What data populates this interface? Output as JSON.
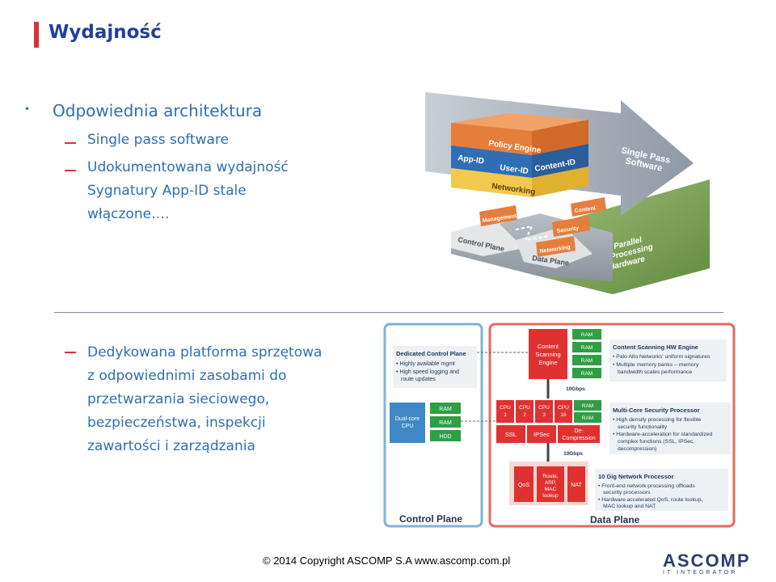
{
  "slide": {
    "title": "Wydajność",
    "bullet_main": "Odpowiednia architektura",
    "sub1": "Single pass software",
    "sub2_line1": "Udokumentowana wydajność",
    "sub2_line2": "Sygnatury App-ID stale",
    "sub2_line3": "włączone….",
    "sub3_lines": [
      "Dedykowana platforma sprzętowa",
      "z odpowiednimi zasobami do",
      "przetwarzania sieciowego,",
      "bezpieczeństwa, inspekcji",
      "zawartości i zarządzania"
    ],
    "footer": "© 2014 Copyright  ASCOMP S.A  www.ascomp.com.pl",
    "logo_name": "ASCOMP",
    "logo_sub": "IT INTEGRATOR"
  },
  "stack_diagram": {
    "policy_engine": "Policy Engine",
    "app_id": "App-ID",
    "user_id": "User-ID",
    "content_id": "Content-ID",
    "networking": "Networking",
    "single_pass_line1": "Single Pass",
    "single_pass_line2": "Software",
    "management": "Management",
    "content": "Content",
    "security": "Security",
    "networking_small": "Networking",
    "control_plane": "Control Plane",
    "data_plane": "Data Plane",
    "parallel_line1": "Parallel",
    "parallel_line2": "Processing",
    "parallel_line3": "Hardware"
  },
  "hw_diagram": {
    "dedicated_title": "Dedicated Control Plane",
    "dedicated_b1": "• Highly available mgmt",
    "dedicated_b2": "• High speed logging and",
    "dedicated_b2b": "route updates",
    "dual_core_1": "Dual-core",
    "dual_core_2": "CPU",
    "ram": "RAM",
    "hdd": "HDD",
    "content_engine_1": "Content",
    "content_engine_2": "Scanning",
    "content_engine_3": "Engine",
    "speed_10g_1": "10Gbps",
    "speed_10g_2": "10Gbps",
    "cpu1_a": "CPU",
    "cpu1_b": "1",
    "cpu2_a": "CPU",
    "cpu2_b": "2",
    "cpu3_a": "CPU",
    "cpu3_b": "3",
    "cpu16_a": "CPU",
    "cpu16_b": "16",
    "ssl": "SSL",
    "ipsec": "IPSec",
    "decomp_1": "De-",
    "decomp_2": "Compression",
    "qos": "QoS",
    "route_1": "Route,",
    "route_2": "ARP,",
    "route_3": "MAC",
    "route_4": "lookup",
    "nat": "NAT",
    "cs_title": "Content Scanning HW Engine",
    "cs_b1": "• Palo Alto Networks' uniform signatures",
    "cs_b2": "• Multiple memory banks – memory",
    "cs_b2b": "bandwidth scales performance",
    "mc_title": "Multi-Core Security Processor",
    "mc_b1": "• High density processing for flexible",
    "mc_b1b": "security functionality",
    "mc_b2": "• Hardware-acceleration for standardized",
    "mc_b2b": "complex functions (SSL, IPSec,",
    "mc_b2c": "decompression)",
    "np_title": "10 Gig Network Processor",
    "np_b1": "• Front-end network processing offloads",
    "np_b1b": "security processors",
    "np_b2": "• Hardware accelerated QoS, route lookup,",
    "np_b2b": "MAC lookup and NAT",
    "control_plane_label": "Control Plane",
    "data_plane_label": "Data Plane"
  }
}
